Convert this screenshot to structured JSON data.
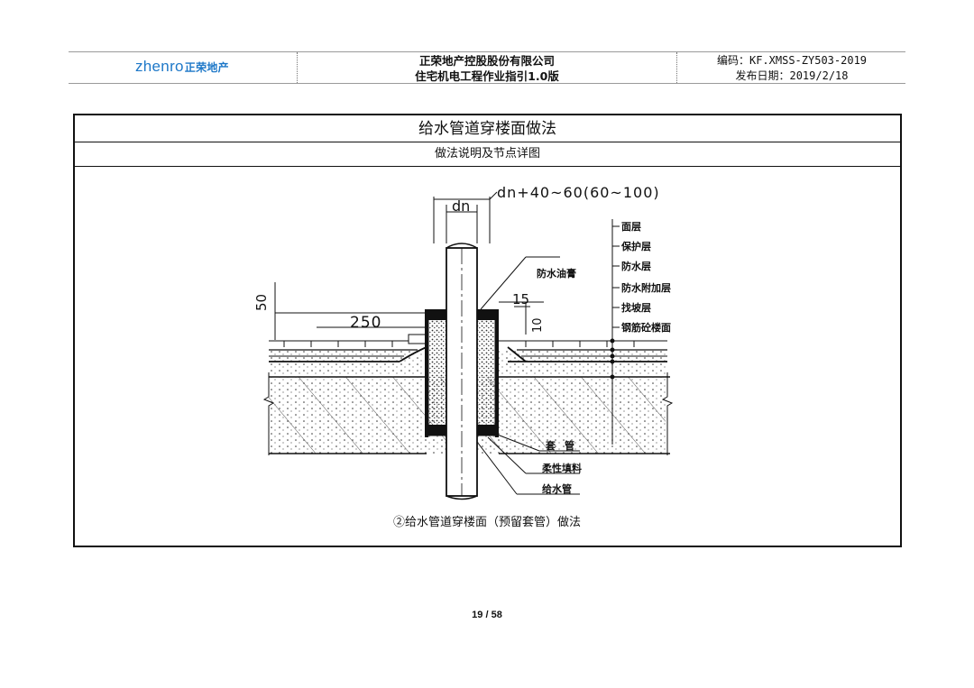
{
  "header": {
    "logo_latin": "zhenro",
    "logo_cn": "正荣地产",
    "company_name": "正荣地产控股股份有限公司",
    "doc_title": "住宅机电工程作业指引1.0版",
    "code": "编码：KF.XMSS-ZY503-2019",
    "date": "发布日期：2019/2/18"
  },
  "section": {
    "title": "给水管道穿楼面做法",
    "subtitle": "做法说明及节点详图"
  },
  "drawing": {
    "dim_dn": "dn",
    "dim_sleeve": "dn+40~60(60~100)",
    "dim_50": "50",
    "dim_250": "250",
    "dim_15": "15",
    "dim_10": "10",
    "label_sleeve_top": "防水油膏",
    "layers": [
      "面层",
      "保护层",
      "防水层",
      "防水附加层",
      "找坡层",
      "钢筋砼楼面"
    ],
    "bottom_labels": [
      "套管",
      "柔性填料",
      "给水管"
    ]
  },
  "caption": "②给水管道穿楼面（预留套管）做法",
  "footer": {
    "page": "19 / 58"
  }
}
